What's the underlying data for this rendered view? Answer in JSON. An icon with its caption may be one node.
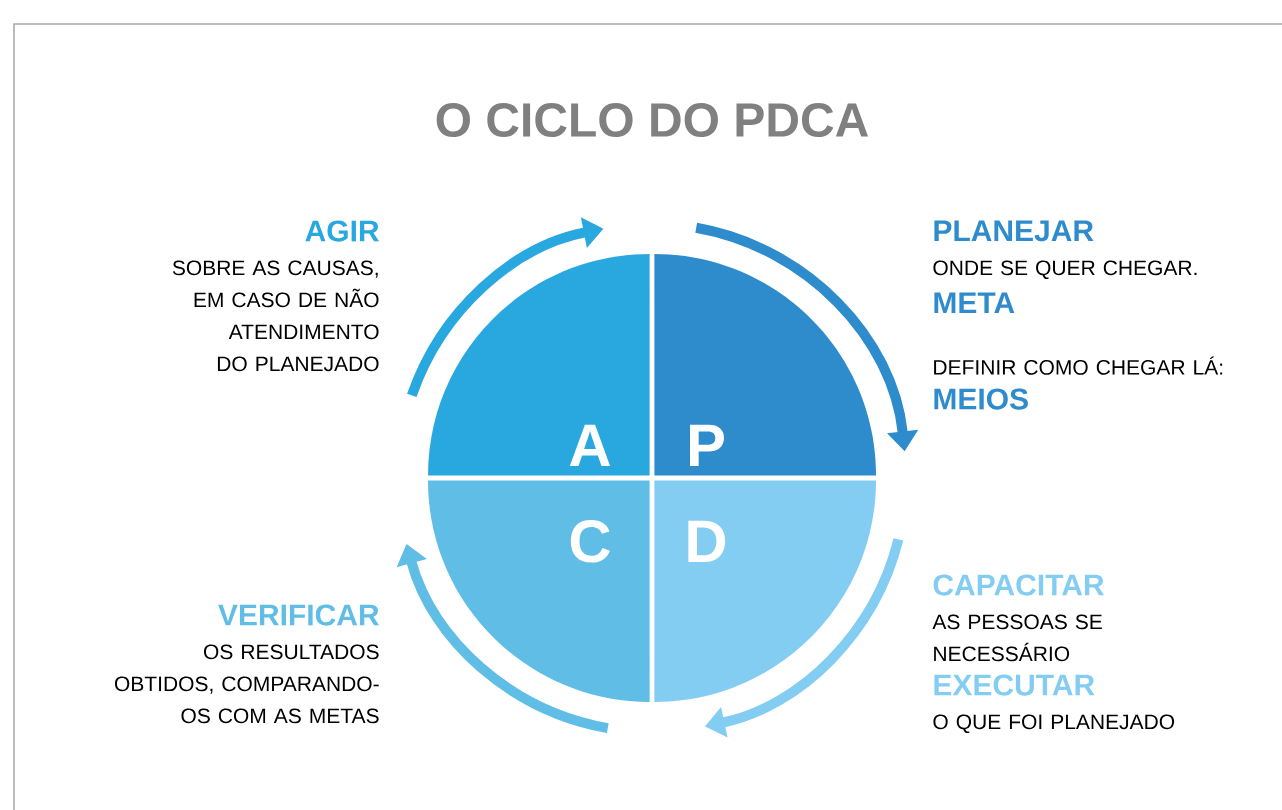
{
  "diagram": {
    "title": "O CICLO DO PDCA",
    "nodes": [
      {
        "text": [
          "A"
        ],
        "beside": [
          "AGIR",
          "SOBRE AS CAUSAS, EM CASO DE NÃO ATENDIMENTO DO PLANEJADO"
        ]
      },
      {
        "text": [
          "P"
        ],
        "beside": [
          "PLANEJAR",
          "ONDE SE QUER CHEGAR.",
          "META",
          "DEFINIR COMO CHEGAR LÁ:",
          "MEIOS"
        ]
      },
      {
        "text": [
          "C"
        ],
        "beside": [
          "VERIFICAR",
          "OS RESULTADOS OBTIDOS, COMPARANDO-OS COM AS METAS"
        ]
      },
      {
        "text": [
          "D"
        ],
        "beside": [
          "CAPACITAR",
          "AS PESSOAS SE NECESSÁRIO",
          "EXECUTAR",
          "O QUE FOI PLANEJADO"
        ]
      }
    ]
  }
}
